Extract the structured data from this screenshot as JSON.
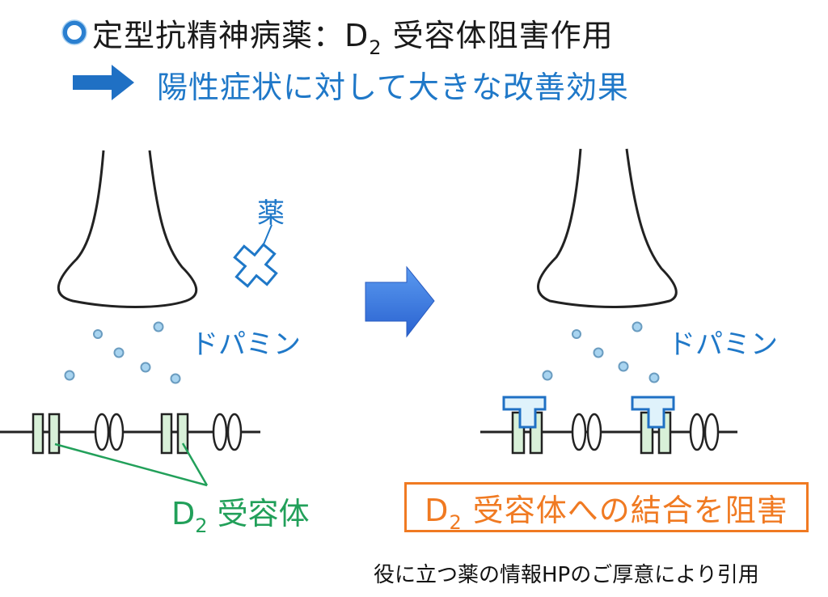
{
  "header": {
    "bullet_icon": "ring-bullet-icon",
    "title_prefix": "定型抗精神病薬：D",
    "title_subscript": "2",
    "title_suffix": " 受容体阻害作用",
    "effect_arrow_icon": "right-arrow-icon",
    "effect_text": "陽性症状に対して大きな改善効果"
  },
  "left_panel": {
    "drug_label": "薬",
    "dopamine_label": "ドパミン",
    "receptor_label_prefix": "D",
    "receptor_label_subscript": "2",
    "receptor_label_suffix": " 受容体"
  },
  "transition_arrow_icon": "transition-arrow-icon",
  "right_panel": {
    "dopamine_label": "ドパミン",
    "result_prefix": "D",
    "result_subscript": "2",
    "result_suffix": " 受容体への結合を阻害"
  },
  "credit": "役に立つ薬の情報HPのご厚意により引用",
  "colors": {
    "title": "#1a1a1a",
    "blue": "#1f78c8",
    "green": "#22a05a",
    "orange": "#f07a22",
    "receptor_fill": "#d8f0d8",
    "dopamine_fill": "#a8d4f0",
    "arrow_blue": "#3a78e0"
  }
}
